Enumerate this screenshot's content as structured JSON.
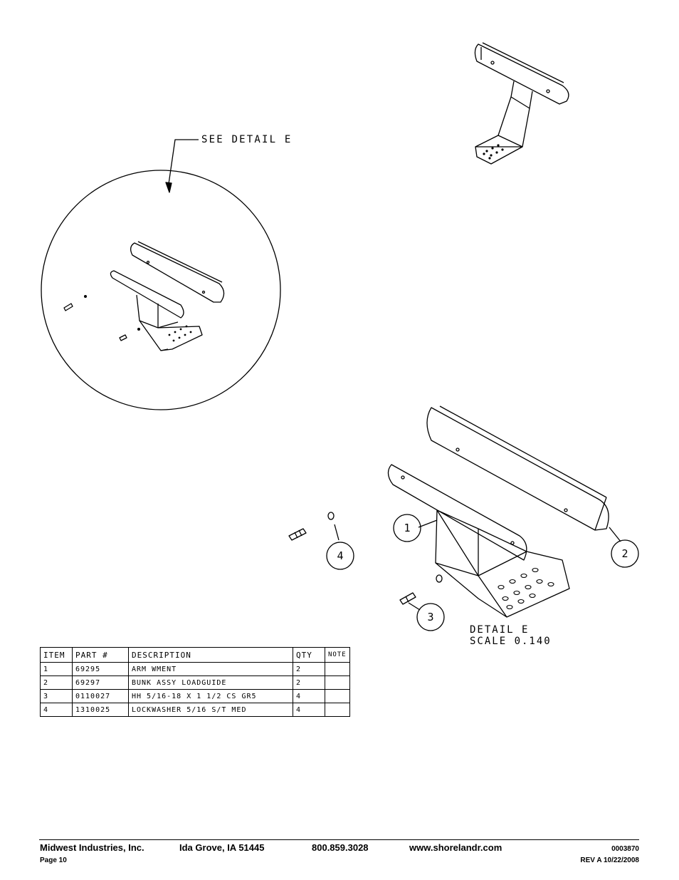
{
  "drawing": {
    "callout": "SEE DETAIL  E",
    "detail_title": "DETAIL  E",
    "detail_scale": "SCALE  0.140",
    "balloons": [
      "1",
      "2",
      "3",
      "4"
    ]
  },
  "table": {
    "headers": [
      "ITEM",
      "PART #",
      "DESCRIPTION",
      "QTY",
      "NOTE"
    ],
    "rows": [
      [
        "1",
        "69295",
        "ARM WMENT",
        "2",
        ""
      ],
      [
        "2",
        "69297",
        "BUNK ASSY   LOADGUIDE",
        "2",
        ""
      ],
      [
        "3",
        "0110027",
        "HH 5/16-18 X 1 1/2 CS GR5",
        "4",
        ""
      ],
      [
        "4",
        "1310025",
        "LOCKWASHER 5/16 S/T MED",
        "4",
        ""
      ]
    ]
  },
  "footer": {
    "company": "Midwest Industries, Inc.",
    "city": "Ida Grove, IA  51445",
    "phone": "800.859.3028",
    "website": "www.shorelandr.com",
    "doc_number": "0003870",
    "page": "Page 10",
    "revision": "REV A  10/22/2008"
  }
}
